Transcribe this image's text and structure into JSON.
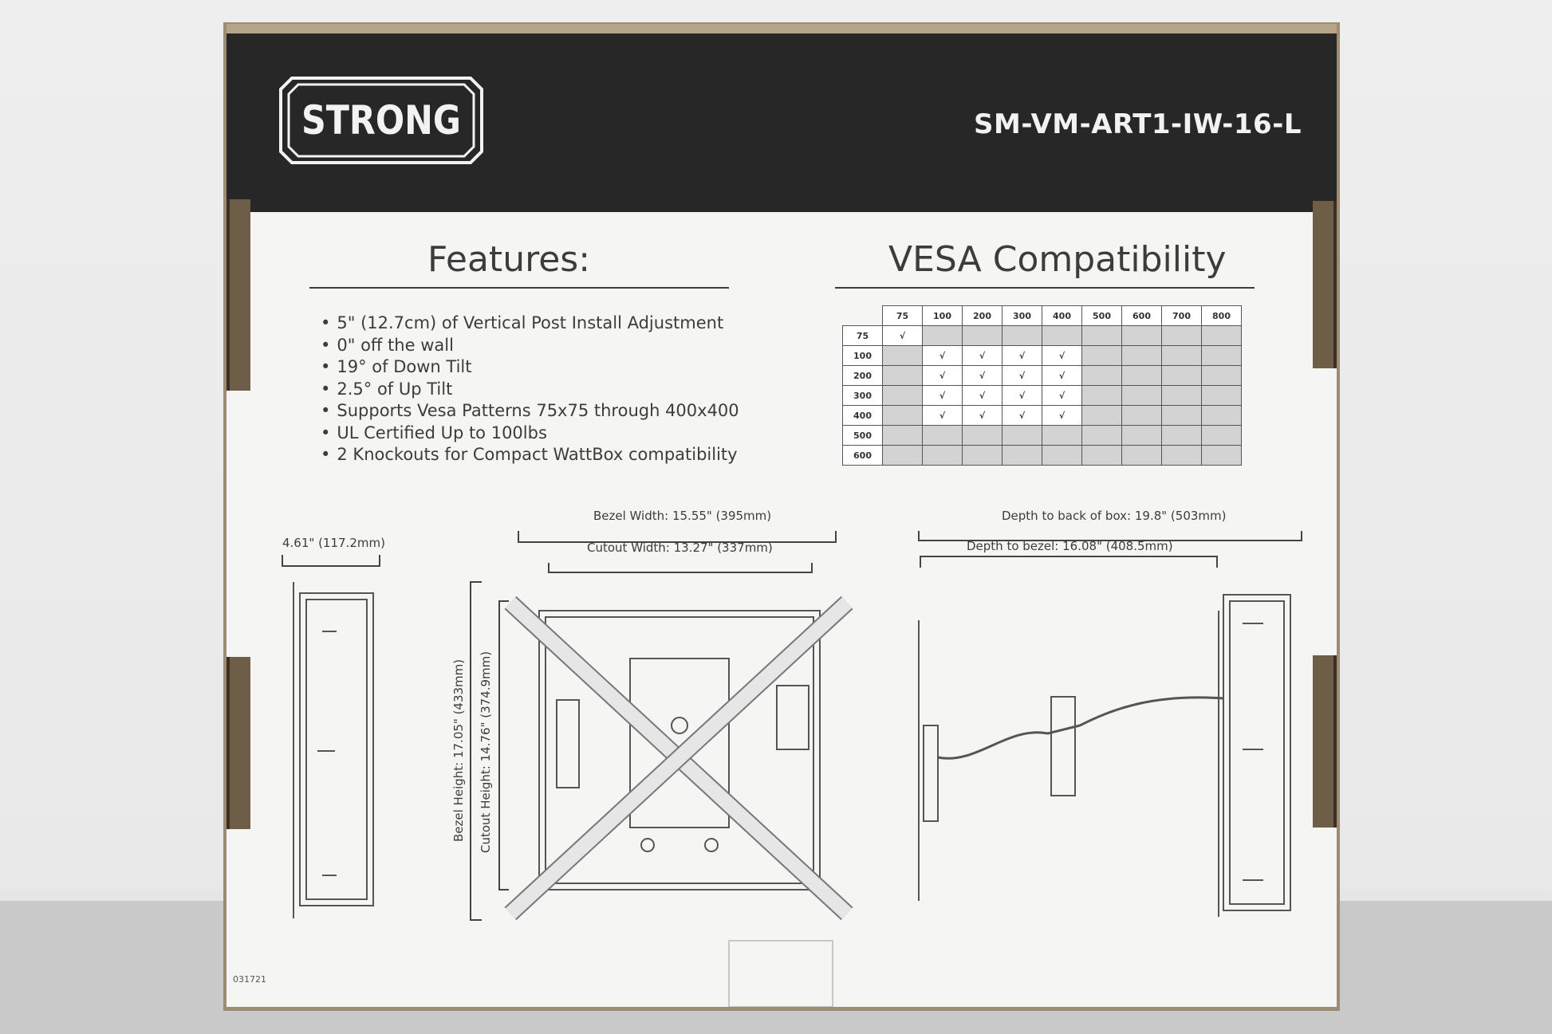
{
  "brand": "STRONG",
  "model": "SM-VM-ART1-IW-16-L",
  "features": {
    "heading": "Features:",
    "items": [
      "5\" (12.7cm) of Vertical Post Install Adjustment",
      "0\" off the wall",
      "19° of Down Tilt",
      "2.5° of Up Tilt",
      "Supports Vesa Patterns 75x75 through 400x400",
      "UL Certified Up to 100lbs",
      "2 Knockouts for Compact WattBox compatibility"
    ]
  },
  "vesa": {
    "heading": "VESA Compatibility",
    "columns": [
      "75",
      "100",
      "200",
      "300",
      "400",
      "500",
      "600",
      "700",
      "800"
    ],
    "rows": [
      {
        "label": "75",
        "checks": [
          true,
          false,
          false,
          false,
          false,
          false,
          false,
          false,
          false
        ]
      },
      {
        "label": "100",
        "checks": [
          false,
          true,
          true,
          true,
          true,
          false,
          false,
          false,
          false
        ]
      },
      {
        "label": "200",
        "checks": [
          false,
          true,
          true,
          true,
          true,
          false,
          false,
          false,
          false
        ]
      },
      {
        "label": "300",
        "checks": [
          false,
          true,
          true,
          true,
          true,
          false,
          false,
          false,
          false
        ]
      },
      {
        "label": "400",
        "checks": [
          false,
          true,
          true,
          true,
          true,
          false,
          false,
          false,
          false
        ]
      },
      {
        "label": "500",
        "checks": [
          false,
          false,
          false,
          false,
          false,
          false,
          false,
          false,
          false
        ]
      },
      {
        "label": "600",
        "checks": [
          false,
          false,
          false,
          false,
          false,
          false,
          false,
          false,
          false
        ]
      }
    ],
    "check_symbol": "√"
  },
  "dimensions": {
    "side_depth": "4.61\" (117.2mm)",
    "bezel_width": "Bezel Width: 15.55\" (395mm)",
    "cutout_width": "Cutout Width: 13.27\" (337mm)",
    "bezel_height": "Bezel Height: 17.05\" (433mm)",
    "cutout_height": "Cutout Height: 14.76\" (374.9mm)",
    "depth_box": "Depth to back of box: 19.8\" (503mm)",
    "depth_bezel": "Depth to bezel:  16.08\" (408.5mm)"
  },
  "print_code": "031721",
  "colors": {
    "band": "#272727",
    "box": "#f5f5f3",
    "cardboard": "#6e5e48",
    "grid_off": "#d3d3d3"
  }
}
